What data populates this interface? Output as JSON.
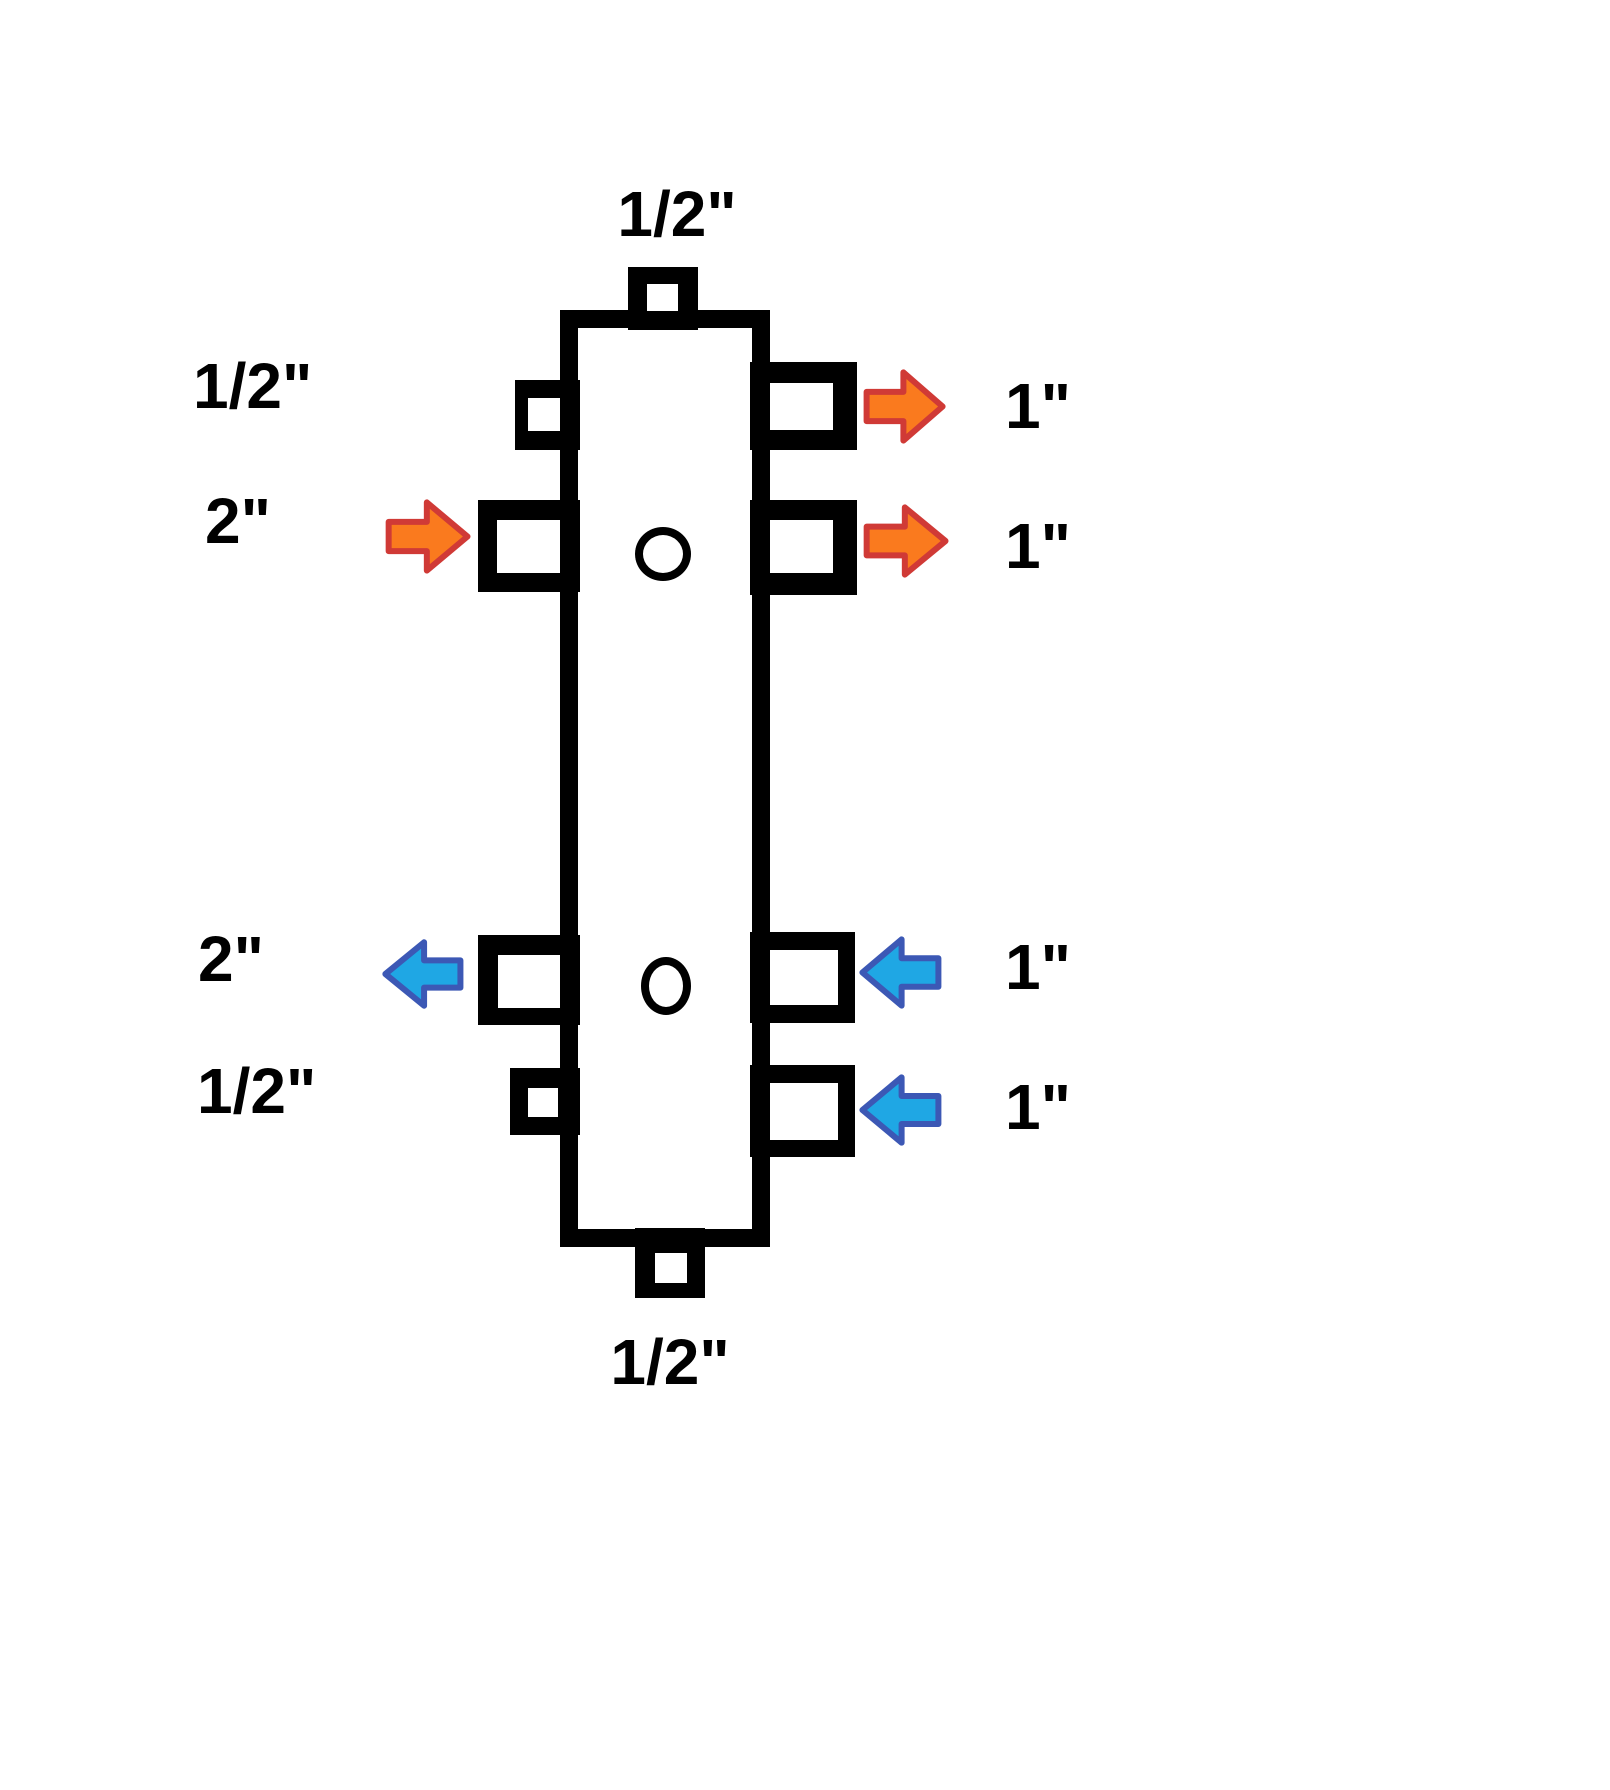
{
  "labels": {
    "top": "1/2\"",
    "bottom": "1/2\"",
    "left": [
      "1/2\"",
      "2\"",
      "2\"",
      "1/2\""
    ],
    "right": [
      "1\"",
      "1\"",
      "1\"",
      "1\""
    ]
  },
  "colors": {
    "outline": "#000000",
    "background": "#ffffff",
    "supply_arrow_fill": "#fa7a1e",
    "supply_arrow_outline": "#d03a36",
    "return_arrow_fill": "#1fa7e4",
    "return_arrow_outline": "#3c58b5"
  }
}
